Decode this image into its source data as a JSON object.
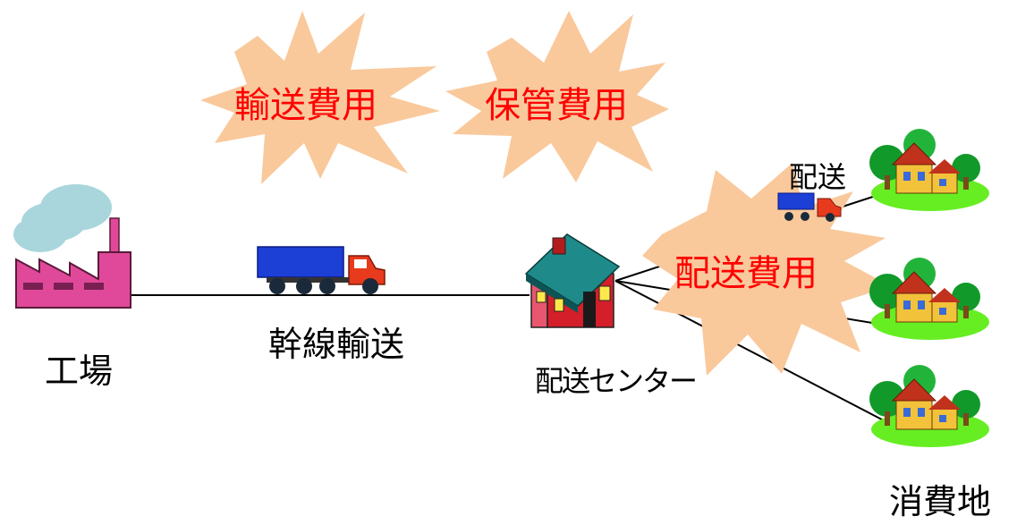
{
  "colors": {
    "burst_fill": "#f9c99c",
    "burst_text": "#ff0000",
    "line": "#000000",
    "truck_cargo": "#1c3fd6",
    "truck_cab": "#e83a1c",
    "factory_body": "#e0499a",
    "smoke": "#a9d6dc",
    "house_roof": "#1f8a8a",
    "house_wall": "#e8566f",
    "village_grass": "#66ee22",
    "village_house": "#f2c23a"
  },
  "cost_labels": {
    "transport": "輸送費用",
    "storage": "保管費用",
    "delivery": "配送費用"
  },
  "nodes": {
    "factory": "工場",
    "trunk_transport": "幹線輸送",
    "distribution_center": "配送センター",
    "delivery": "配送",
    "consumption": "消費地"
  },
  "icons": {
    "factory": "factory-icon",
    "truck": "truck-icon",
    "distribution_center": "house-icon",
    "consumer": "village-icon"
  }
}
